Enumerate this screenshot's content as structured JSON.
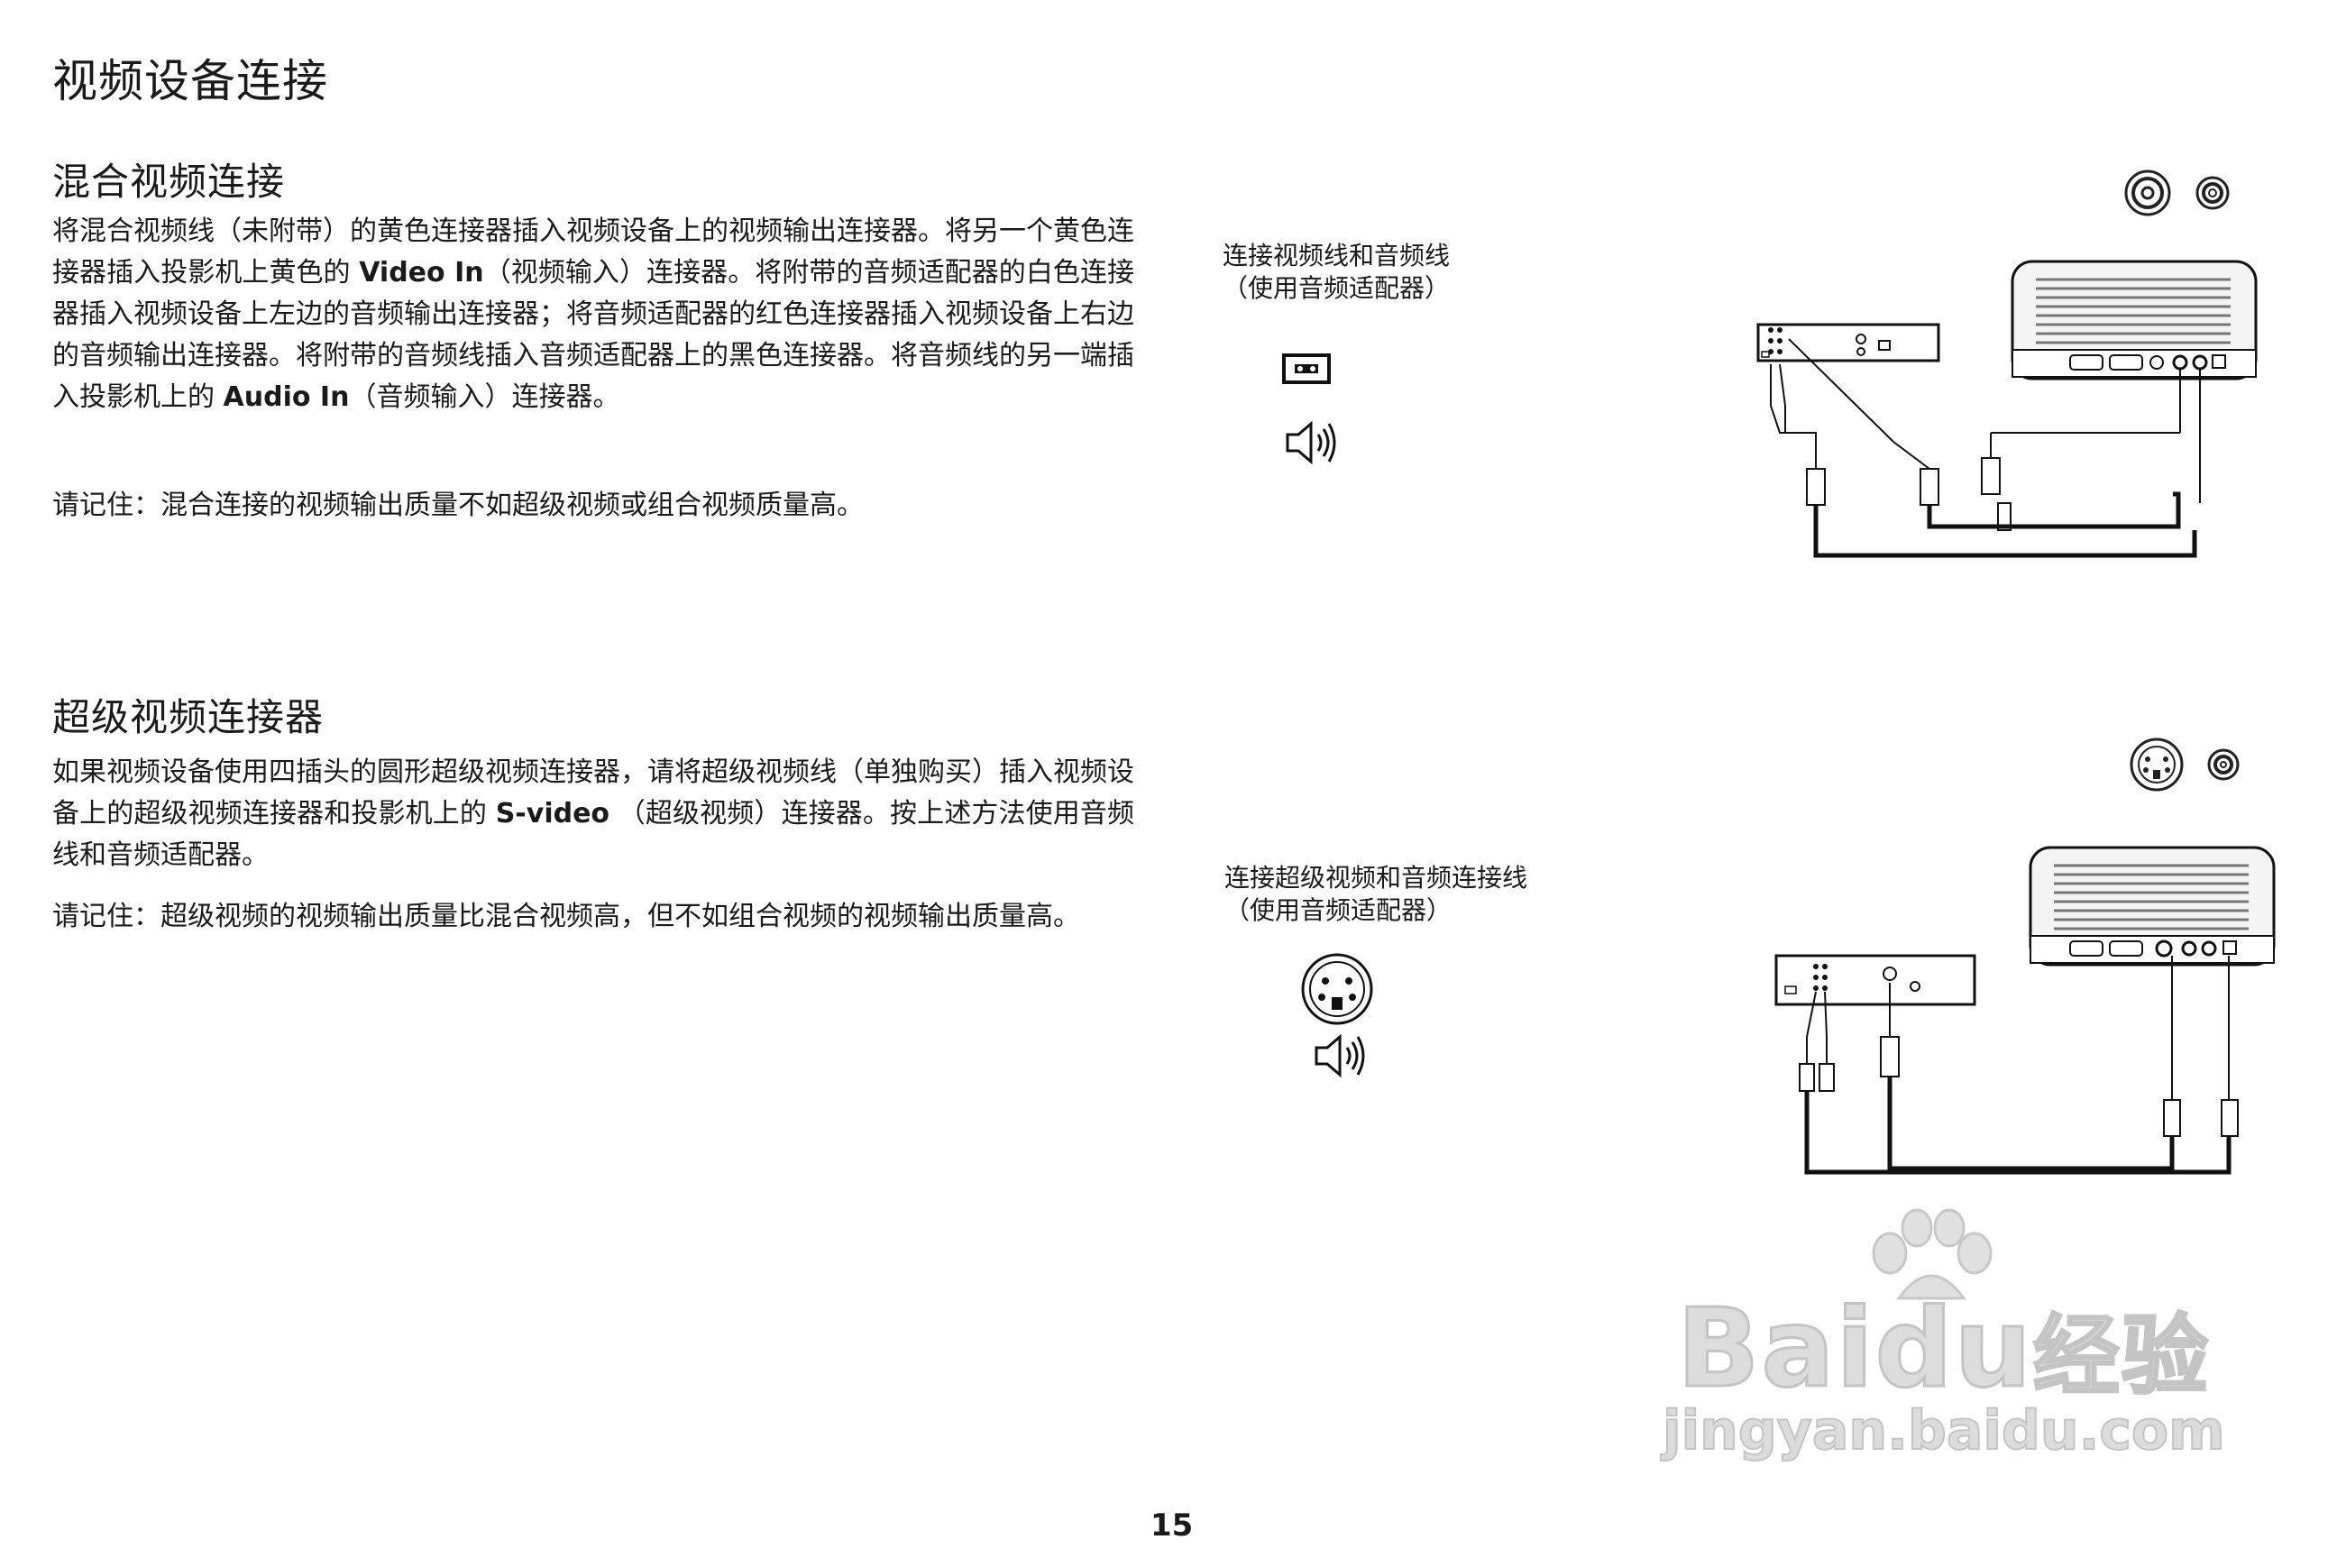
{
  "page_title": "视频设备连接",
  "page_number": "15",
  "composite": {
    "heading": "混合视频连接",
    "p1_a": "将混合视频线（未附带）的黄色连接器插入视频设备上的视频输出连接器。将另一个黄色连接器插入投影机上黄色的 ",
    "p1_video_in": "Video In",
    "p1_b": "（视频输入）连接器。将附带的音频适配器的白色连接器插入视频设备上左边的音频输出连接器；将音频适配器的红色连接器插入视频设备上右边的音频输出连接器。将附带的音频线插入音频适配器上的黑色连接器。将音频线的另一端插入投影机上的 ",
    "p1_audio_in": "Audio In",
    "p1_c": "（音频输入）连接器。",
    "note": "请记住：混合连接的视频输出质量不如超级视频或组合视频质量高。",
    "caption_line1": "连接视频线和音频线",
    "caption_line2": "（使用音频适配器）"
  },
  "svideo": {
    "heading": "超级视频连接器",
    "p1_a": "如果视频设备使用四插头的圆形超级视频连接器，请将超级视频线（单独购买）插入视频设备上的超级视频连接器和投影机上的 ",
    "p1_svideo": "S-video",
    "p1_b": " （超级视频）连接器。按上述方法使用音频线和音频适配器。",
    "note": "请记住：超级视频的视频输出质量比混合视频高，但不如组合视频的视频输出质量高。",
    "caption_line1": "连接超级视频和音频连接线",
    "caption_line2": "（使用音频适配器）"
  },
  "watermark": {
    "brand": "Baidu",
    "brand_cn": "经验",
    "url": "jingyan.baidu.com"
  },
  "icons": [
    "composite-connector-icon",
    "speaker-icon",
    "rca-jack-icon",
    "svideo-jack-icon",
    "projector-icon",
    "video-device-icon"
  ],
  "colors": {
    "text": "#1a1a1a",
    "watermark": "#d8d8d8"
  }
}
